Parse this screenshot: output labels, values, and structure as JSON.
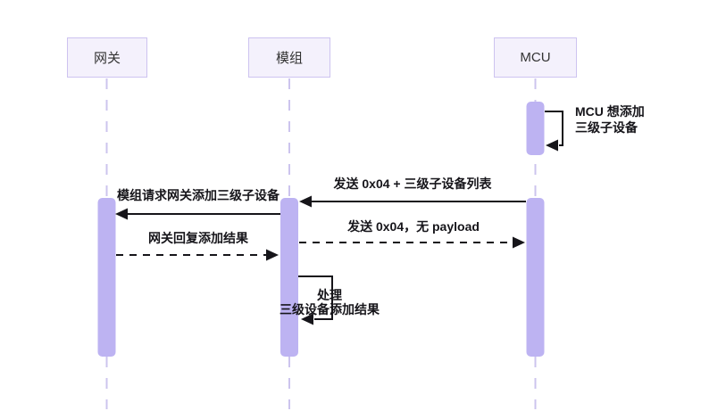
{
  "diagram": {
    "type": "sequence",
    "actors": [
      {
        "id": "gateway",
        "label": "网关"
      },
      {
        "id": "module",
        "label": "模组"
      },
      {
        "id": "mcu",
        "label": "MCU"
      }
    ],
    "messages": {
      "mcu_self": {
        "line1": "MCU 想添加",
        "line2": "三级子设备",
        "kind": "self-loop",
        "line_style": "solid"
      },
      "mcu_to_module": {
        "text": "发送 0x04 + 三级子设备列表",
        "from": "MCU",
        "to": "模组",
        "line_style": "solid"
      },
      "module_to_gateway": {
        "text": "模组请求网关添加三级子设备",
        "from": "模组",
        "to": "网关",
        "line_style": "solid"
      },
      "module_to_mcu": {
        "text": "发送 0x04，无 payload",
        "from": "模组",
        "to": "MCU",
        "line_style": "dashed"
      },
      "gateway_to_module": {
        "text": "网关回复添加结果",
        "from": "网关",
        "to": "模组",
        "line_style": "dashed"
      },
      "module_self": {
        "line1": "处理",
        "line2": "三级设备添加结果",
        "kind": "self-loop",
        "line_style": "solid"
      }
    },
    "colors": {
      "background": "#ffffff",
      "activation_bar": "#bdb3f2",
      "lifeline": "#ccc4ee",
      "actor_fill": "#f4f1fc",
      "actor_border": "#cdc3f0",
      "arrow": "#16151a",
      "text": "#16151a",
      "actor_text": "#333333"
    }
  }
}
